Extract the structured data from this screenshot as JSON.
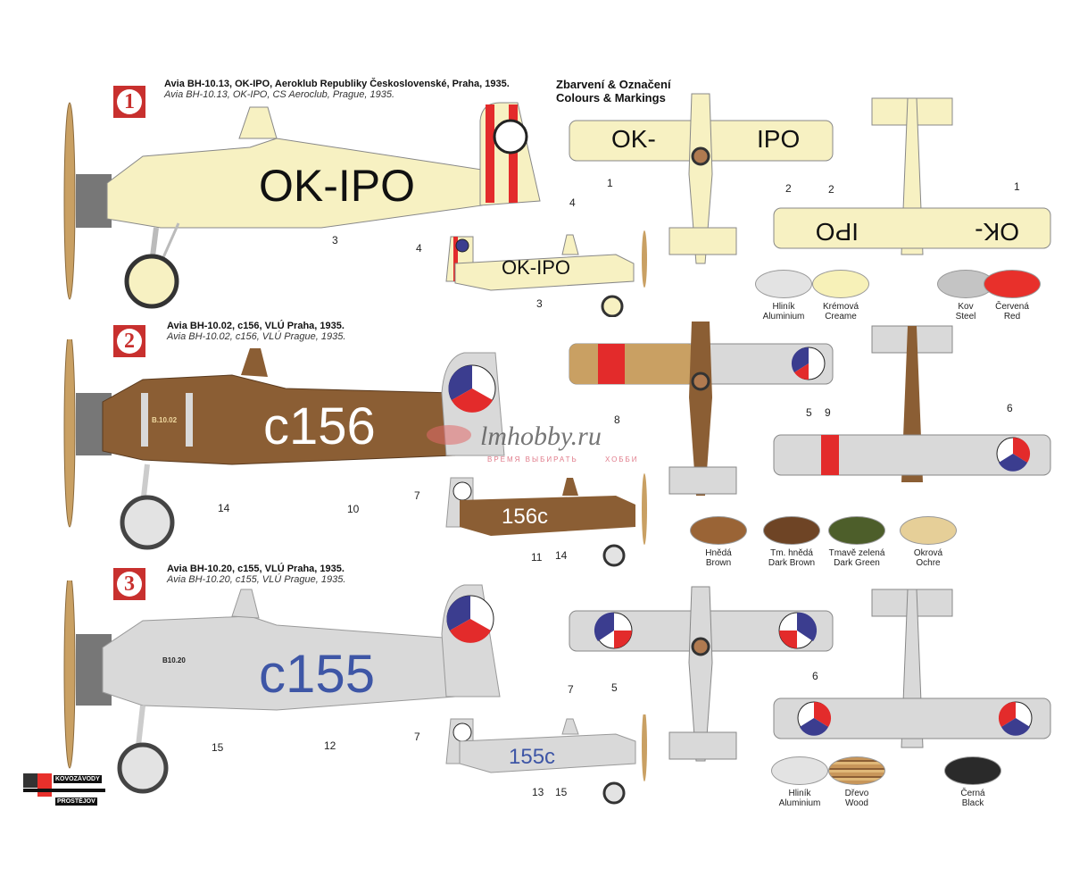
{
  "header": {
    "title_cz": "Zbarvení & Označení",
    "title_en": "Colours & Markings"
  },
  "schemes": [
    {
      "number": "1",
      "title_primary": "Avia BH-10.13, OK-IPO, Aeroklub Republiky Československé, Praha, 1935.",
      "title_secondary": "Avia BH-10.13, OK-IPO, CS Aeroclub, Prague, 1935.",
      "registration_side": "OK-IPO",
      "registration_small": "OK-IPO",
      "wing_top_left": "OK-",
      "wing_top_right": "IPO",
      "wing_bottom_left": "IPO",
      "wing_bottom_right": "OK-",
      "callouts": [
        "3",
        "4",
        "4",
        "3",
        "1",
        "2",
        "2",
        "1"
      ],
      "body_color": "#f7f1c2"
    },
    {
      "number": "2",
      "title_primary": "Avia BH-10.02, c156, VLÚ Praha, 1935.",
      "title_secondary": "Avia BH-10.02, c156, VLÚ Prague, 1935.",
      "registration_side": "c156",
      "registration_small": "156c",
      "stencil": "B.10.02",
      "callouts": [
        "14",
        "10",
        "7",
        "11",
        "14",
        "8",
        "5",
        "9",
        "6"
      ],
      "body_color": "#8b5e34"
    },
    {
      "number": "3",
      "title_primary": "Avia BH-10.20, c155, VLÚ Praha, 1935.",
      "title_secondary": "Avia BH-10.20, c155, VLÚ Prague, 1935.",
      "registration_side": "c155",
      "registration_small": "155c",
      "stencil": "B10.20",
      "callouts": [
        "15",
        "12",
        "7",
        "7",
        "13",
        "15",
        "5",
        "6"
      ],
      "body_color": "#d9d9d9"
    }
  ],
  "palettes": [
    [
      {
        "cz": "Hliník",
        "en": "Aluminium",
        "color": "#e3e3e3"
      },
      {
        "cz": "Krémová",
        "en": "Creame",
        "color": "#f7f1b8"
      },
      {
        "cz": "Kov",
        "en": "Steel",
        "color": "#c4c4c4"
      },
      {
        "cz": "Červená",
        "en": "Red",
        "color": "#e8302b"
      }
    ],
    [
      {
        "cz": "Hnědá",
        "en": "Brown",
        "color": "#9a6436"
      },
      {
        "cz": "Tm. hnědá",
        "en": "Dark Brown",
        "color": "#6e4425"
      },
      {
        "cz": "Tmavě zelená",
        "en": "Dark Green",
        "color": "#4d5e2a"
      },
      {
        "cz": "Okrová",
        "en": "Ochre",
        "color": "#e6cf98"
      }
    ],
    [
      {
        "cz": "Hliník",
        "en": "Aluminium",
        "color": "#e3e3e3"
      },
      {
        "cz": "Dřevo",
        "en": "Wood",
        "color": "#c8965a"
      },
      {
        "cz": "Černá",
        "en": "Black",
        "color": "#2a2a2a"
      }
    ]
  ],
  "logo": {
    "line1": "KOVOZÁVODY",
    "line2": "PROSTĚJOV"
  },
  "watermark": {
    "brand": "lmhobby.ru",
    "tagline_left": "ВРЕМЯ ВЫБИРАТЬ",
    "tagline_right": "ХОББИ"
  },
  "colors": {
    "badge_red": "#c8302e",
    "roundel_blue": "#3b3d8f",
    "roundel_red": "#e32b2b",
    "c155_blue": "#3e56a6"
  }
}
